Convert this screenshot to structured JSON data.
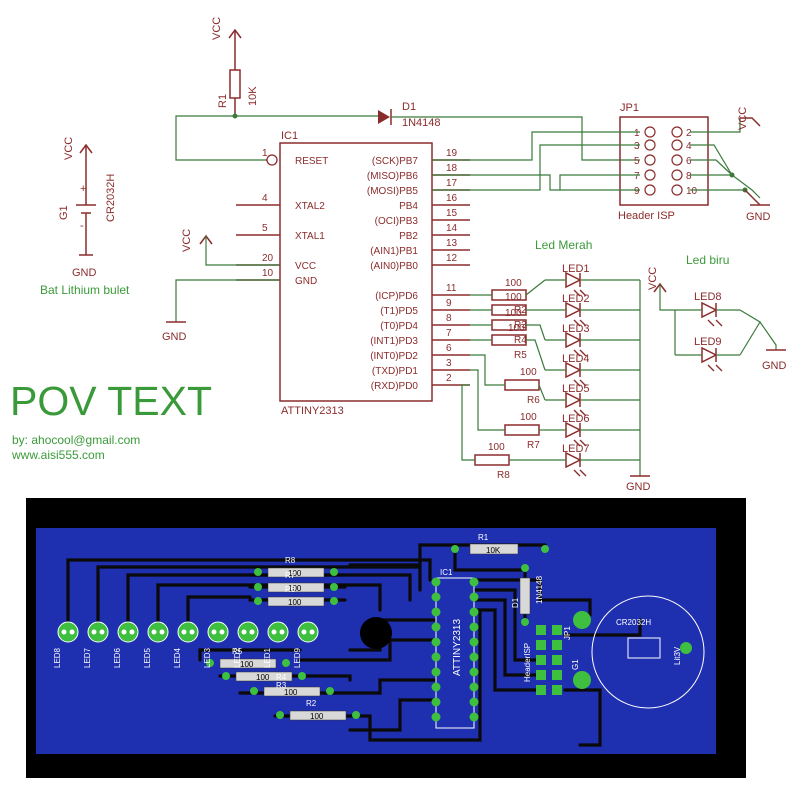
{
  "title": "POV TEXT",
  "credits": {
    "email": "by: ahocool@gmail.com",
    "website": "www.aisi555.com"
  },
  "colors": {
    "title": "#3a9a3a",
    "schematic": "#8b2c2c",
    "net": "#3a7a3a",
    "label": "#3a9a3a",
    "board": "#1e2fb0",
    "frame": "#000000"
  },
  "power": {
    "vcc": "VCC",
    "gnd": "GND"
  },
  "battery": {
    "ref": "G1",
    "value": "CR2032H",
    "plus": "+",
    "minus": "-",
    "caption": "Bat Lithium bulet"
  },
  "resistor_r1": {
    "ref": "R1",
    "value": "10K"
  },
  "diode_d1": {
    "ref": "D1",
    "value": "1N4148"
  },
  "header": {
    "ref": "JP1",
    "caption": "Header ISP",
    "pins_left": [
      "1",
      "3",
      "5",
      "7",
      "9"
    ],
    "pins_right": [
      "2",
      "4",
      "6",
      "8",
      "10"
    ]
  },
  "ic": {
    "ref": "IC1",
    "part": "ATTINY2313",
    "left_pins": [
      {
        "num": "1",
        "name": "RESET"
      },
      {
        "num": "4",
        "name": "XTAL2"
      },
      {
        "num": "5",
        "name": "XTAL1"
      },
      {
        "num": "20",
        "name": "VCC"
      },
      {
        "num": "10",
        "name": "GND"
      }
    ],
    "right_pins": [
      {
        "num": "19",
        "name": "(SCK)PB7"
      },
      {
        "num": "18",
        "name": "(MISO)PB6"
      },
      {
        "num": "17",
        "name": "(MOSI)PB5"
      },
      {
        "num": "16",
        "name": "PB4"
      },
      {
        "num": "15",
        "name": "(OCI)PB3"
      },
      {
        "num": "14",
        "name": "PB2"
      },
      {
        "num": "13",
        "name": "(AIN1)PB1"
      },
      {
        "num": "12",
        "name": "(AIN0)PB0"
      },
      {
        "num": "11",
        "name": "(ICP)PD6"
      },
      {
        "num": "9",
        "name": "(T1)PD5"
      },
      {
        "num": "8",
        "name": "(T0)PD4"
      },
      {
        "num": "7",
        "name": "(INT1)PD3"
      },
      {
        "num": "6",
        "name": "(INT0)PD2"
      },
      {
        "num": "3",
        "name": "(TXD)PD1"
      },
      {
        "num": "2",
        "name": "(RXD)PD0"
      }
    ]
  },
  "led_groups": {
    "red": "Led Merah",
    "blue": "Led biru"
  },
  "red_leds": [
    "LED1",
    "LED2",
    "LED3",
    "LED4",
    "LED5",
    "LED6",
    "LED7"
  ],
  "blue_leds": [
    "LED8",
    "LED9"
  ],
  "led_resistors": [
    {
      "ref": "R2",
      "value": "100"
    },
    {
      "ref": "R3",
      "value": "100"
    },
    {
      "ref": "R4",
      "value": "100"
    },
    {
      "ref": "R5",
      "value": "100"
    },
    {
      "ref": "R6",
      "value": "100"
    },
    {
      "ref": "R7",
      "value": "100"
    },
    {
      "ref": "R8",
      "value": "100"
    }
  ],
  "pcb": {
    "ic_label": "IC1",
    "ic_part": "ATTINY2313",
    "r1": "R1",
    "r1_value": "10K",
    "d1": "D1",
    "d1_value": "1N4148",
    "header": "HeaderISP",
    "jp": "JP1",
    "g1": "G1",
    "battery": "CR2032H",
    "battery_side": "Lit3V",
    "resistors": [
      "R8",
      "R7",
      "R6",
      "R5",
      "R4",
      "R3",
      "R2"
    ],
    "leds": [
      "LED8",
      "LED7",
      "LED6",
      "LED5",
      "LED4",
      "LED3",
      "LED2",
      "LED1",
      "LED9"
    ]
  }
}
